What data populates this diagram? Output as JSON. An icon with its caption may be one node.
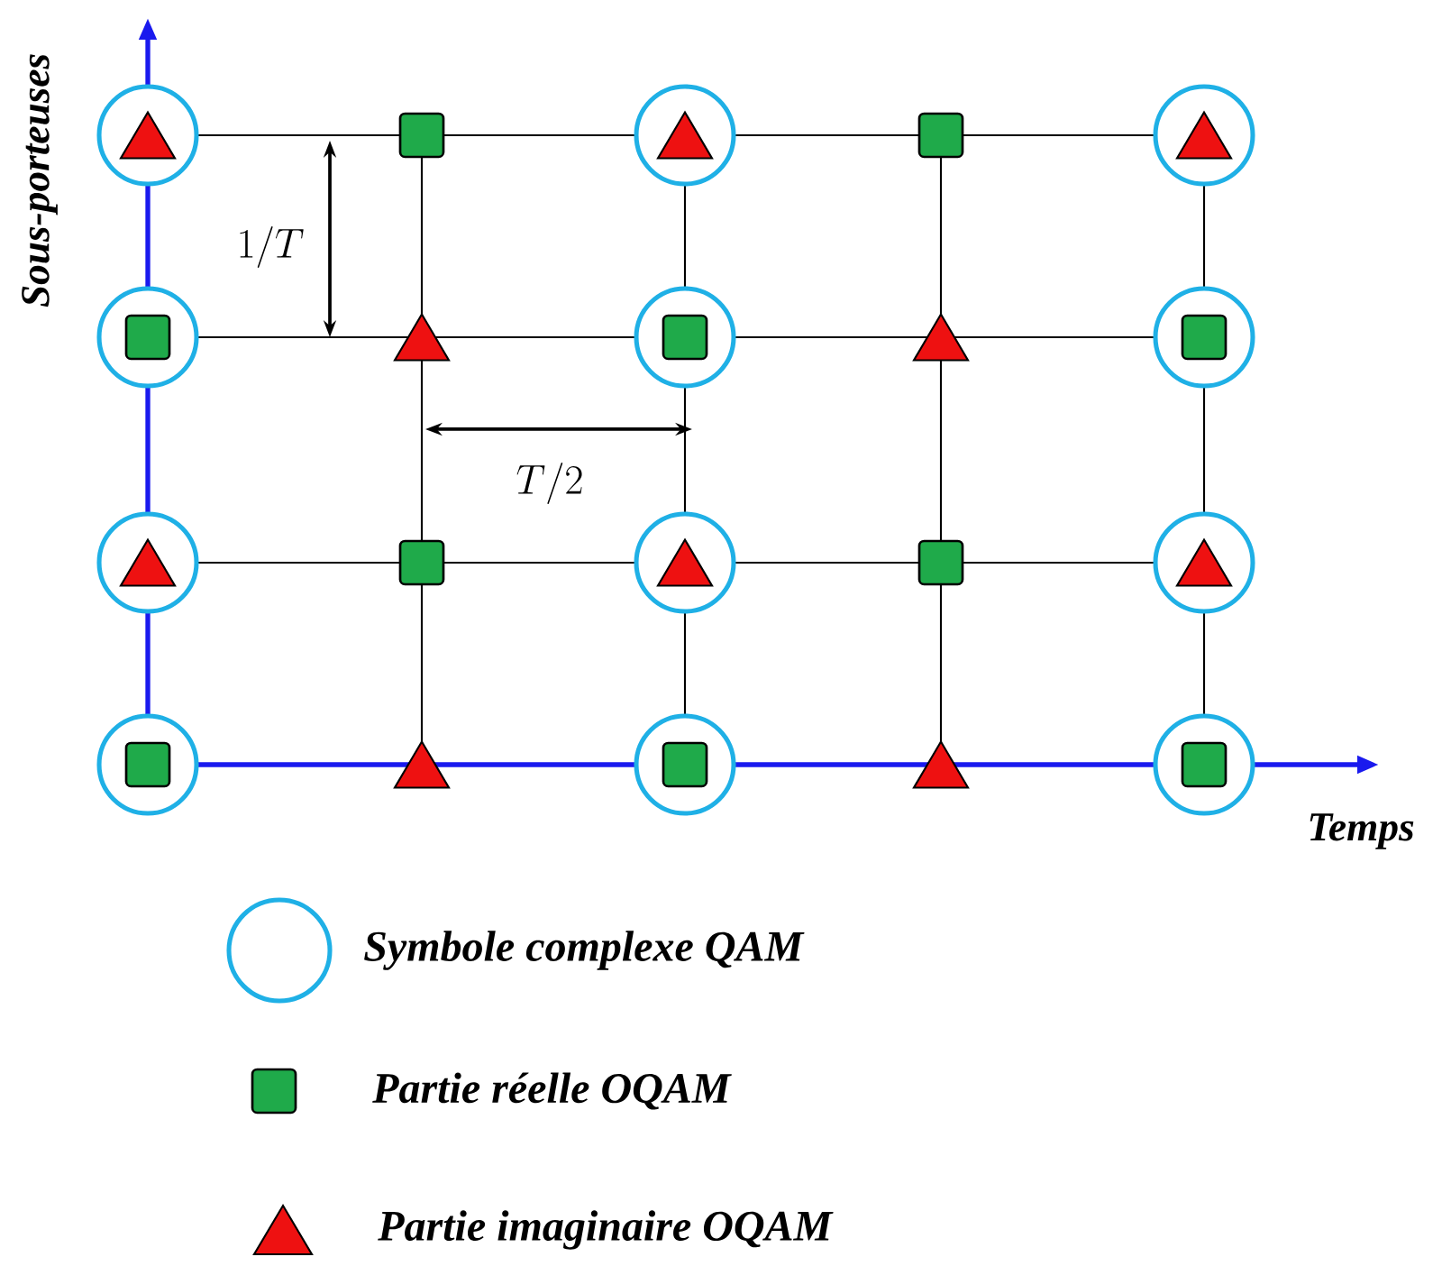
{
  "diagram": {
    "labels": [
      "Sous-porteuses",
      "Temps",
      "1/T",
      "T/2"
    ],
    "legend": [
      {
        "text": "Symbole complexe QAM"
      },
      {
        "text": "Partie réelle OQAM"
      },
      {
        "text": "Partie imaginaire OQAM"
      }
    ]
  }
}
